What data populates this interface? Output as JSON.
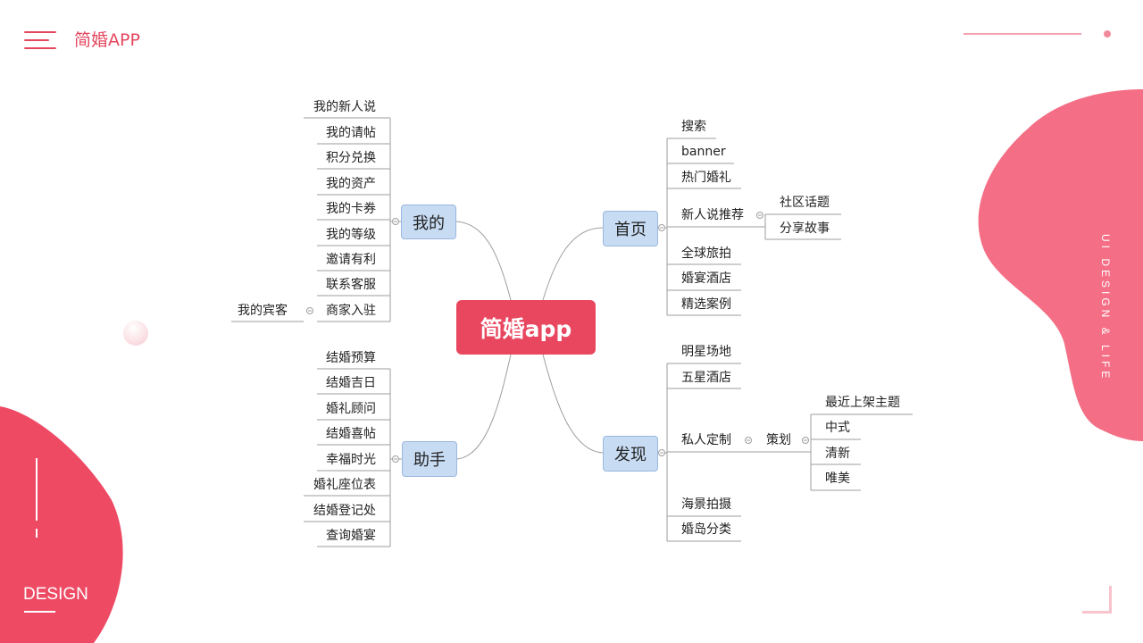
{
  "header": {
    "brand": "简婚APP",
    "vertical_text": "UI DESIGN & LIFE",
    "design_label": "DESIGN"
  },
  "colors": {
    "accent": "#e9475f",
    "blob_right": "#f46f86",
    "blob_left": "#ee4a64",
    "node_fill": "#c7dbf3"
  },
  "icons": {
    "menu": "hamburger-menu-icon",
    "collapse": "circle-minus-icon"
  },
  "mindmap": {
    "center": "简婚app",
    "wode": {
      "label": "我的",
      "items": [
        "我的新人说",
        "我的请帖",
        "积分兑换",
        "我的资产",
        "我的卡券",
        "我的等级",
        "邀请有利",
        "联系客服",
        "商家入驻"
      ],
      "sub": "我的宾客"
    },
    "zhushou": {
      "label": "助手",
      "items": [
        "结婚预算",
        "结婚吉日",
        "婚礼顾问",
        "结婚喜帖",
        "幸福时光",
        "婚礼座位表",
        "结婚登记处",
        "查询婚宴"
      ]
    },
    "shouye": {
      "label": "首页",
      "items": [
        "搜索",
        "banner",
        "热门婚礼",
        "新人说推荐",
        "全球旅拍",
        "婚宴酒店",
        "精选案例"
      ],
      "sub": [
        "社区话题",
        "分享故事"
      ]
    },
    "faxian": {
      "label": "发现",
      "items": [
        "明星场地",
        "五星酒店",
        "私人定制",
        "海景拍摄",
        "婚岛分类"
      ],
      "sub": "策划",
      "subsub": [
        "最近上架主题",
        "中式",
        "清新",
        "唯美"
      ]
    }
  }
}
